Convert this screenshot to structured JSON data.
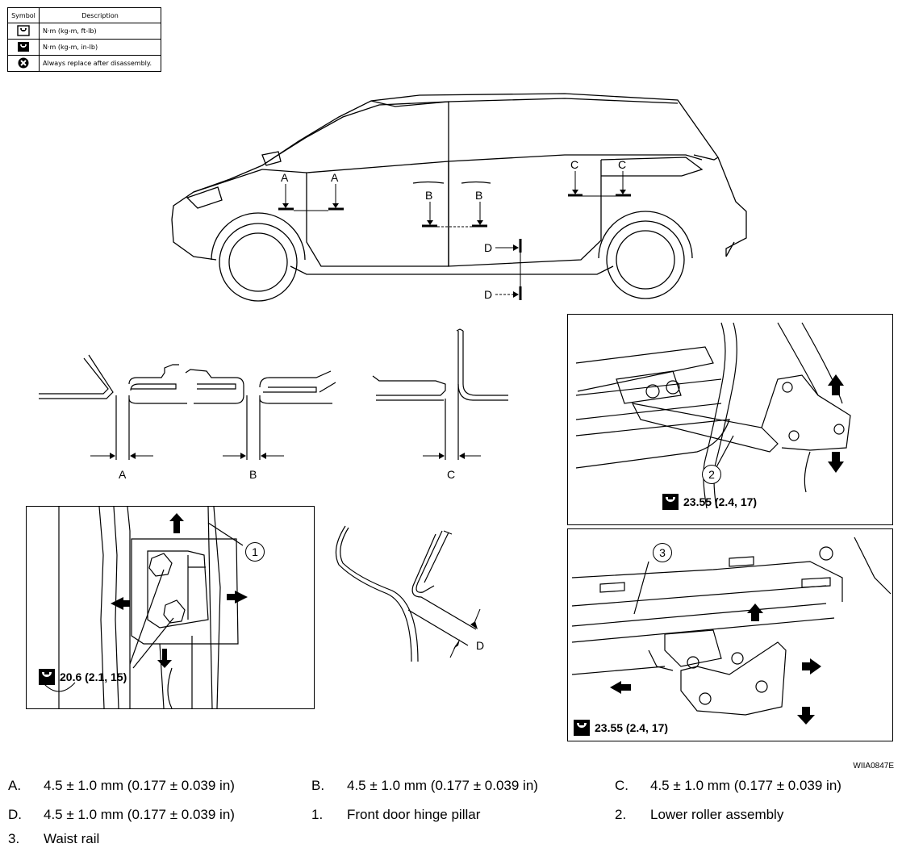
{
  "legend": {
    "header_symbol": "Symbol",
    "header_description": "Description",
    "rows": [
      {
        "icon": "torque-wrench-icon",
        "description": "N·m (kg-m, ft-lb)"
      },
      {
        "icon": "torque-wrench-small-icon",
        "description": "N·m (kg-m, in-lb)"
      },
      {
        "icon": "always-replace-icon",
        "description": "Always replace after disassembly."
      }
    ]
  },
  "vehicle_labels": {
    "a": "A",
    "b": "B",
    "c": "C",
    "d": "D"
  },
  "section_labels": {
    "a": "A",
    "b": "B",
    "c": "C",
    "d": "D"
  },
  "panels": {
    "hinge_pillar": {
      "callout": "1",
      "torque": "20.6 (2.1, 15)"
    },
    "lower_roller": {
      "callout": "2",
      "torque": "23.55 (2.4, 17)"
    },
    "waist_rail": {
      "callout": "3",
      "torque": "23.55 (2.4, 17)"
    }
  },
  "figure_id": "WIIA0847E",
  "notes": [
    {
      "key": "A.",
      "text": "4.5 ± 1.0 mm (0.177 ± 0.039 in)"
    },
    {
      "key": "B.",
      "text": "4.5 ± 1.0 mm (0.177 ± 0.039 in)"
    },
    {
      "key": "C.",
      "text": "4.5 ± 1.0 mm (0.177 ± 0.039 in)"
    },
    {
      "key": "D.",
      "text": "4.5 ± 1.0 mm (0.177 ± 0.039 in)"
    },
    {
      "key": "1.",
      "text": "Front door hinge pillar"
    },
    {
      "key": "2.",
      "text": "Lower roller assembly"
    },
    {
      "key": "3.",
      "text": "Waist rail"
    }
  ]
}
